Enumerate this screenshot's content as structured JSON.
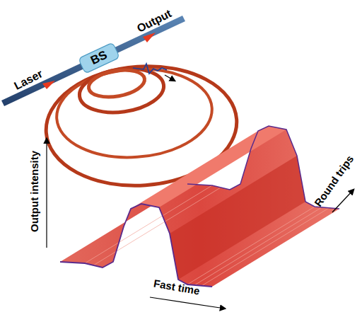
{
  "diagram": {
    "nodes": [
      {
        "text": [
          "BS"
        ]
      }
    ],
    "labels": [
      "Laser",
      "Output",
      "Output intensity",
      "Fast time",
      "Round trips"
    ]
  }
}
